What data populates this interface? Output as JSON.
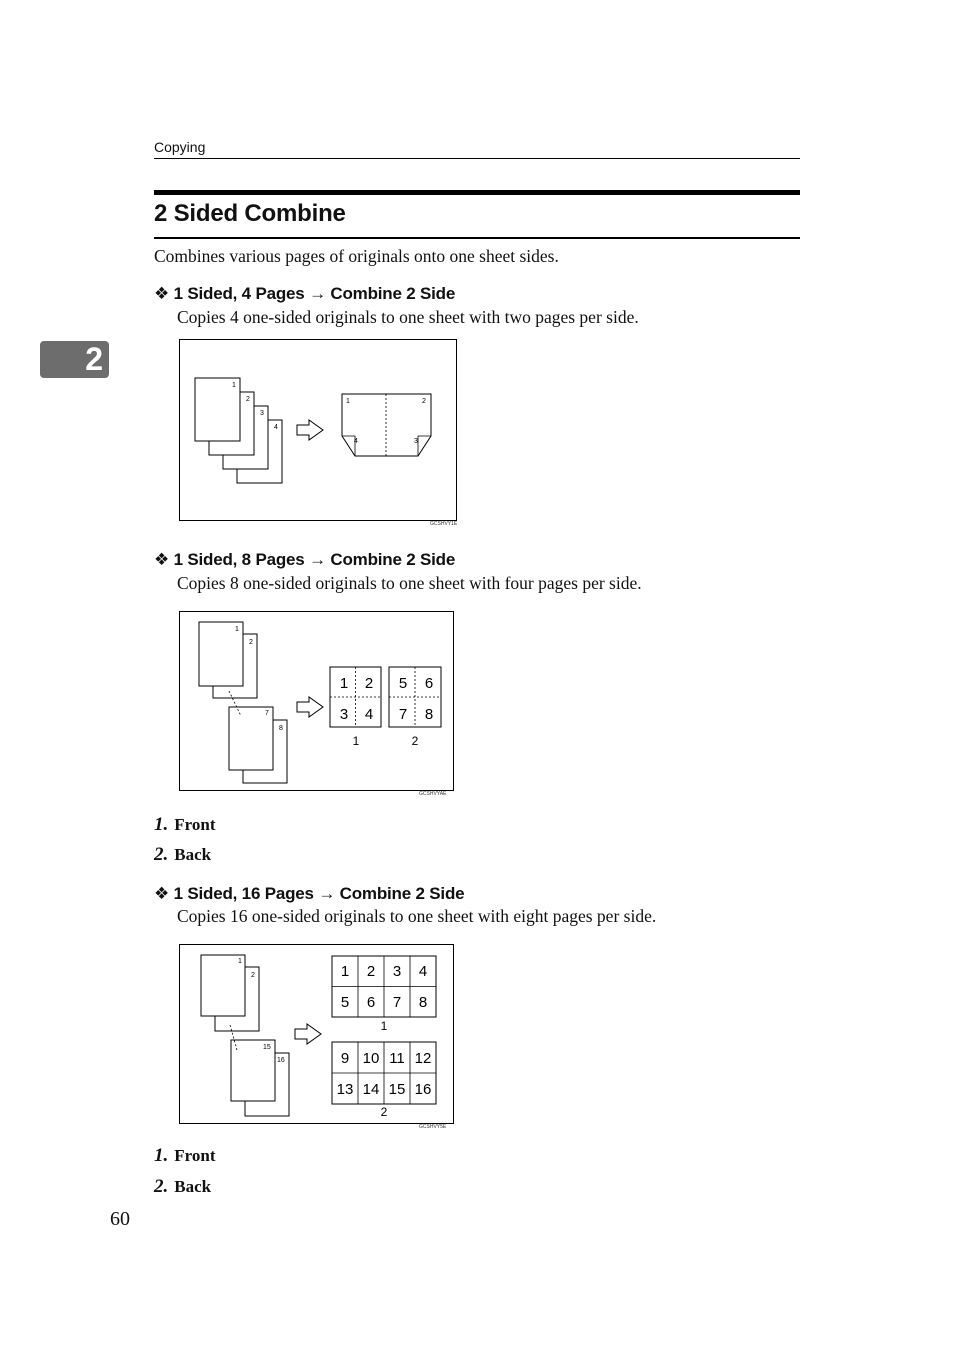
{
  "running_head": "Copying",
  "chapter_tab": "2",
  "title": "2 Sided Combine",
  "intro": "Combines various pages of originals onto one sheet sides.",
  "sections": [
    {
      "bullet": "❖",
      "heading": "1 Sided, 4 Pages → Combine 2 Side",
      "desc": "Copies 4 one-sided originals to one sheet with two pages per side.",
      "figure": {
        "stack_labels": [
          "1",
          "2",
          "3",
          "4"
        ],
        "sheet_labels": [
          "1",
          "2",
          "4",
          "3"
        ],
        "code": "GCSHVY1E"
      }
    },
    {
      "bullet": "❖",
      "heading": "1 Sided, 8 Pages → Combine 2 Side",
      "desc": "Copies 8 one-sided originals to one sheet with four pages per side.",
      "figure": {
        "stack_top_labels": [
          "1",
          "2"
        ],
        "stack_bottom_labels": [
          "7",
          "8"
        ],
        "grid_front": [
          "1",
          "2",
          "3",
          "4"
        ],
        "grid_back": [
          "5",
          "6",
          "7",
          "8"
        ],
        "grid_captions": [
          "1",
          "2"
        ],
        "code": "GCSHVYAE"
      },
      "legend": [
        {
          "num": "1.",
          "text": "Front"
        },
        {
          "num": "2.",
          "text": "Back"
        }
      ]
    },
    {
      "bullet": "❖",
      "heading": "1 Sided, 16 Pages → Combine 2 Side",
      "desc": "Copies 16 one-sided originals to one sheet with eight pages per side.",
      "figure": {
        "stack_top_labels": [
          "1",
          "2"
        ],
        "stack_bottom_labels": [
          "15",
          "16"
        ],
        "grid_front": [
          "1",
          "2",
          "3",
          "4",
          "5",
          "6",
          "7",
          "8"
        ],
        "grid_back": [
          "9",
          "10",
          "11",
          "12",
          "13",
          "14",
          "15",
          "16"
        ],
        "grid_captions": [
          "1",
          "2"
        ],
        "code": "GCSHVY5E"
      },
      "legend": [
        {
          "num": "1.",
          "text": "Front"
        },
        {
          "num": "2.",
          "text": "Back"
        }
      ]
    }
  ],
  "page_number": "60"
}
